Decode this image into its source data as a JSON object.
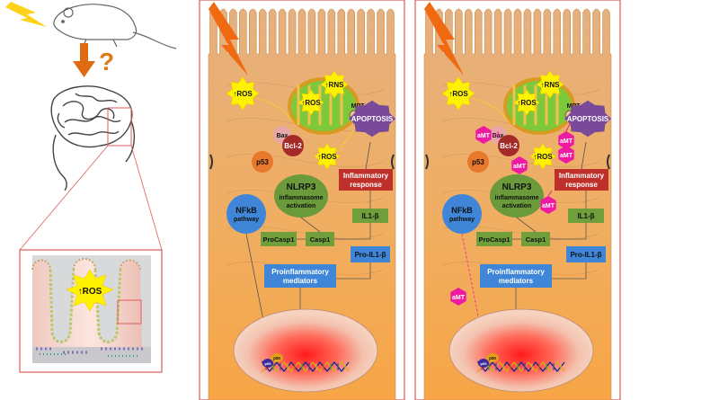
{
  "colors": {
    "cell_top": "#e8b07a",
    "cell_bottom": "#f6a94a",
    "frame": "#e05b5b",
    "ros_burst": "#fff200",
    "mito": "#7ec83c",
    "nlrp3": "#6a9a3a",
    "casp_box": "#6f9e3b",
    "blue_box": "#3f86d8",
    "apoptosis": "#7a4a9a",
    "inflam": "#c0302b",
    "bcl2": "#a52a2a",
    "bax": "#e7a7a7",
    "p53": "#e8782b",
    "amt": "#ee1aa2",
    "lightning": "#f06a12",
    "arrow": "#e06a12",
    "question": "#e07a1a"
  },
  "left_panel": {
    "question_mark": "?",
    "villus_ros": "↑ROS"
  },
  "cells": [
    {
      "id": "control",
      "ros_labels": [
        "↑ROS",
        "↑ROS",
        "↑RNS",
        "↑ROS"
      ],
      "mpt": "MPT",
      "apoptosis": "APOPTOSIS",
      "bax": "Bax",
      "bcl2": "Bcl-2",
      "p53": "p53",
      "nlrp3": [
        "NLRP3",
        "inflammasome",
        "activation"
      ],
      "inflammatory": [
        "Inflammatory",
        "response"
      ],
      "nfkb": [
        "NFkB",
        "pathway"
      ],
      "il1b": "IL1-β",
      "procasp1": "ProCasp1",
      "casp1": "Casp1",
      "proil1b": "Pro-IL1-β",
      "proinflam": [
        "Proinflammatory",
        "mediators"
      ],
      "p50": "p50",
      "p65": "p65",
      "amt_labels": []
    },
    {
      "id": "melatonin",
      "ros_labels": [
        "↑ROS",
        "↑ROS",
        "↑RNS",
        "↑ROS"
      ],
      "mpt": "MPT",
      "apoptosis": "APOPTOSIS",
      "bax": "Bax",
      "bcl2": "Bcl-2",
      "p53": "p53",
      "nlrp3": [
        "NLRP3",
        "inflammasome",
        "activation"
      ],
      "inflammatory": [
        "Inflammatory",
        "response"
      ],
      "nfkb": [
        "NFkB",
        "pathway"
      ],
      "il1b": "IL1-β",
      "procasp1": "ProCasp1",
      "casp1": "Casp1",
      "proil1b": "Pro-IL1-β",
      "proinflam": [
        "Proinflammatory",
        "mediators"
      ],
      "p50": "p50",
      "p65": "p65",
      "amt_labels": [
        "aMT",
        "aMT",
        "aMT",
        "aMT",
        "aMT",
        "aMT"
      ]
    }
  ]
}
